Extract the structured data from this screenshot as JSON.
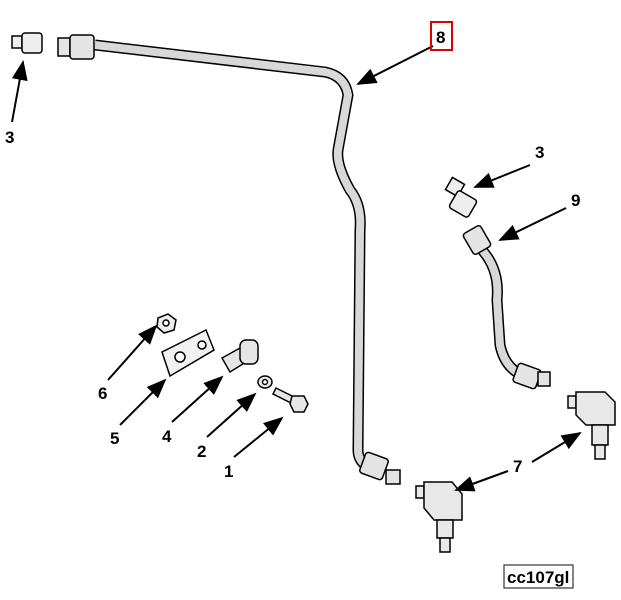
{
  "diagram": {
    "callouts": [
      {
        "id": "callout-3-top",
        "label": "3"
      },
      {
        "id": "callout-8",
        "label": "8",
        "highlighted": true
      },
      {
        "id": "callout-3-right",
        "label": "3"
      },
      {
        "id": "callout-9",
        "label": "9"
      },
      {
        "id": "callout-6",
        "label": "6"
      },
      {
        "id": "callout-5",
        "label": "5"
      },
      {
        "id": "callout-4",
        "label": "4"
      },
      {
        "id": "callout-2",
        "label": "2"
      },
      {
        "id": "callout-1",
        "label": "1"
      },
      {
        "id": "callout-7",
        "label": "7"
      }
    ],
    "figure_code": "cc107gl",
    "highlight_color": "#e00000"
  }
}
